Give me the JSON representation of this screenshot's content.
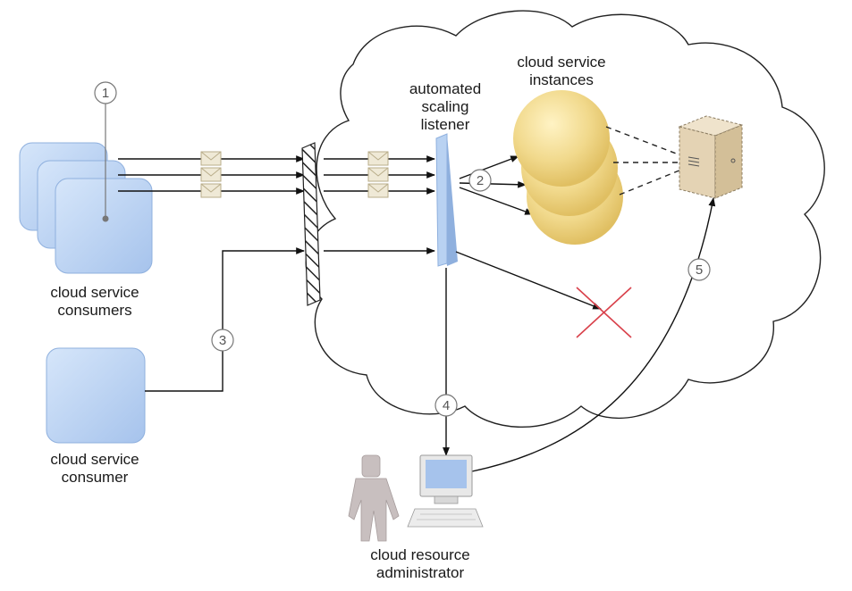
{
  "labels": {
    "consumers_line1": "cloud service",
    "consumers_line2": "consumers",
    "consumer_line1": "cloud service",
    "consumer_line2": "consumer",
    "listener_line1": "automated",
    "listener_line2": "scaling",
    "listener_line3": "listener",
    "instances_line1": "cloud service",
    "instances_line2": "instances",
    "admin_line1": "cloud resource",
    "admin_line2": "administrator"
  },
  "steps": [
    "1",
    "2",
    "3",
    "4",
    "5"
  ],
  "colors": {
    "consumer_fill": "#b9d2f2",
    "consumer_stroke": "#8fb0de",
    "instance_fill": "#f0d98a",
    "listener_fill": "#a9c4ea",
    "server_fill": "#e4d3b4",
    "reject_mark": "#d9414b",
    "person_fill": "#c8bfbf",
    "arrow": "#111111",
    "callout": "#777777"
  }
}
